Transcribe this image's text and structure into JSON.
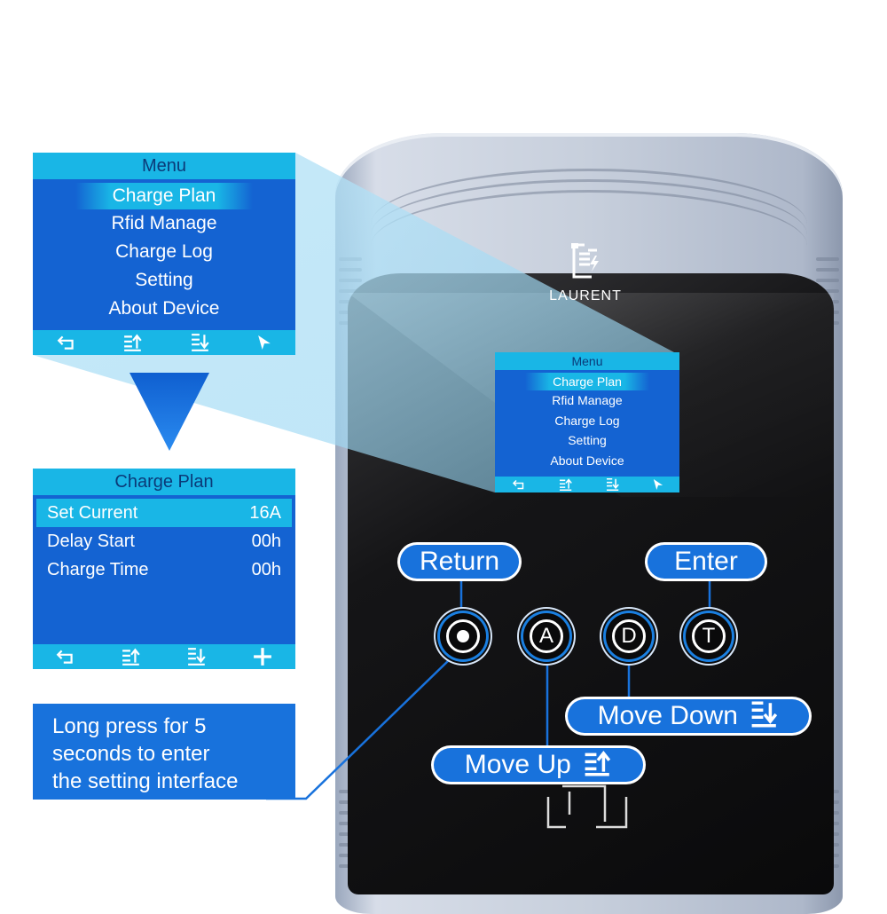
{
  "brand": {
    "name": "LAURENT",
    "icon": "charger-document-bolt-icon"
  },
  "menu_screen": {
    "title": "Menu",
    "items": [
      {
        "label": "Charge Plan",
        "selected": true
      },
      {
        "label": "Rfid Manage",
        "selected": false
      },
      {
        "label": "Charge Log",
        "selected": false
      },
      {
        "label": "Setting",
        "selected": false
      },
      {
        "label": "About Device",
        "selected": false
      }
    ],
    "footer_icons": [
      "return-icon",
      "move-up-icon",
      "move-down-icon",
      "enter-cursor-icon"
    ]
  },
  "charge_plan_screen": {
    "title": "Charge Plan",
    "rows": [
      {
        "label": "Set Current",
        "value": "16A",
        "selected": true
      },
      {
        "label": "Delay Start",
        "value": "00h",
        "selected": false
      },
      {
        "label": "Charge Time",
        "value": "00h",
        "selected": false
      }
    ],
    "footer_icons": [
      "return-icon",
      "move-up-icon",
      "move-down-icon",
      "plus-icon"
    ]
  },
  "buttons": [
    {
      "key": "return",
      "glyph": "",
      "icon": "dot-icon"
    },
    {
      "key": "up",
      "glyph": "A"
    },
    {
      "key": "down",
      "glyph": "D"
    },
    {
      "key": "enter",
      "glyph": "T"
    }
  ],
  "callouts": {
    "return": "Return",
    "enter": "Enter",
    "move_down": "Move Down",
    "move_up": "Move Up"
  },
  "note": {
    "lines": [
      "Long press for 5",
      "seconds to enter",
      "the setting interface"
    ]
  },
  "colors": {
    "lcd_blue": "#1463d2",
    "lcd_cyan": "#19b6e6",
    "callout_blue": "#1872dc",
    "face_black": "#0a0a0b",
    "shell_silver": "#c7cfdc"
  }
}
